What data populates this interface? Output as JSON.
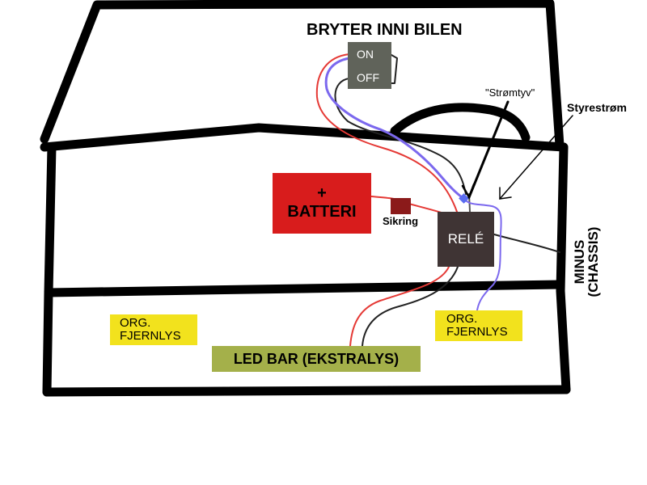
{
  "labels": {
    "switch_title": "BRYTER INNI BILEN",
    "switch_on": "ON",
    "switch_off": "OFF",
    "stromtyv": "\"Strømtyv\"",
    "styrestrom": "Styrestrøm",
    "battery_plus": "+",
    "battery": "BATTERI",
    "fuse": "Sikring",
    "relay": "RELÉ",
    "minus_line1": "MINUS",
    "minus_line2": "(CHASSIS)",
    "fog_left_line1": "ORG.",
    "fog_left_line2": "FJERNLYS",
    "fog_right_line1": "ORG.",
    "fog_right_line2": "FJERNLYS",
    "ledbar": "LED BAR (EKSTRALYS)"
  },
  "colors": {
    "outline": "#000000",
    "switch_bg": "#60635a",
    "battery_bg": "#d81c1c",
    "fuse_bg": "#8b1a1a",
    "relay_bg": "#3f3434",
    "fog_bg": "#f2e21d",
    "ledbar_bg": "#a4b04a",
    "wire_red": "#e53935",
    "wire_blue": "#7b68ee",
    "wire_black": "#222222",
    "junction": "#5a6cf0"
  }
}
